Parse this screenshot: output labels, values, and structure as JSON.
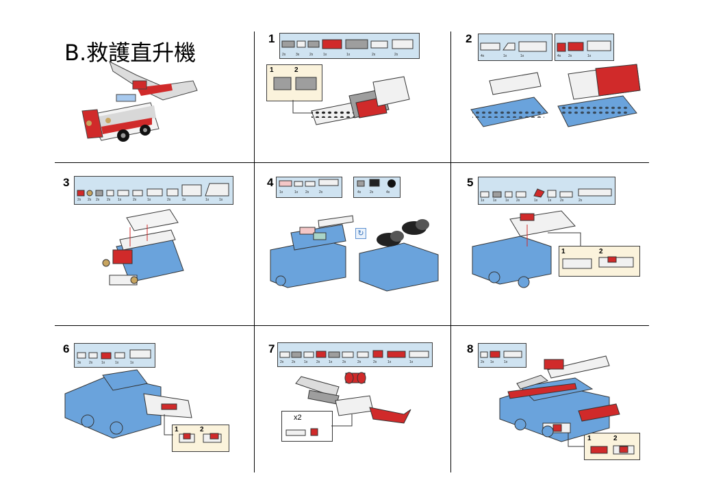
{
  "title": "B.救護直升機",
  "steps": [
    {
      "num": "1",
      "subs": [
        "1",
        "2"
      ],
      "qty": [
        "2x",
        "3x",
        "2x",
        "1x",
        "1x",
        "2x",
        "2x"
      ]
    },
    {
      "num": "2",
      "subs": [],
      "qty": [
        "4x",
        "1x",
        "1x",
        "4x",
        "2x",
        "1x"
      ]
    },
    {
      "num": "3",
      "subs": [],
      "qty": [
        "2x",
        "2x",
        "2x",
        "2x",
        "1x",
        "2x",
        "1x",
        "2x",
        "1x",
        "1x",
        "1x"
      ]
    },
    {
      "num": "4",
      "subs": [],
      "qty": [
        "1x",
        "1x",
        "2x",
        "2x",
        "4x",
        "2x",
        "4x"
      ]
    },
    {
      "num": "5",
      "subs": [
        "1",
        "2"
      ],
      "qty": [
        "1x",
        "1x",
        "1x",
        "2x",
        "1x",
        "1x",
        "2x",
        "2x"
      ]
    },
    {
      "num": "6",
      "subs": [
        "1",
        "2"
      ],
      "qty": [
        "3x",
        "2x",
        "1x",
        "1x",
        "1x"
      ]
    },
    {
      "num": "7",
      "subs": [],
      "multiplier": "x2",
      "qty": [
        "2x",
        "2x",
        "1x",
        "2x",
        "1x",
        "2x",
        "2x",
        "2x",
        "1x",
        "1x"
      ]
    },
    {
      "num": "8",
      "subs": [
        "1",
        "2"
      ],
      "qty": [
        "2x",
        "1x",
        "1x"
      ]
    }
  ],
  "colors": {
    "blue": "#6aa3dc",
    "red": "#d02a2a",
    "white": "#f4f4f4",
    "gray": "#a9a9a9",
    "panel": "#cfe3f1",
    "subpanel": "#fbf3dc"
  }
}
